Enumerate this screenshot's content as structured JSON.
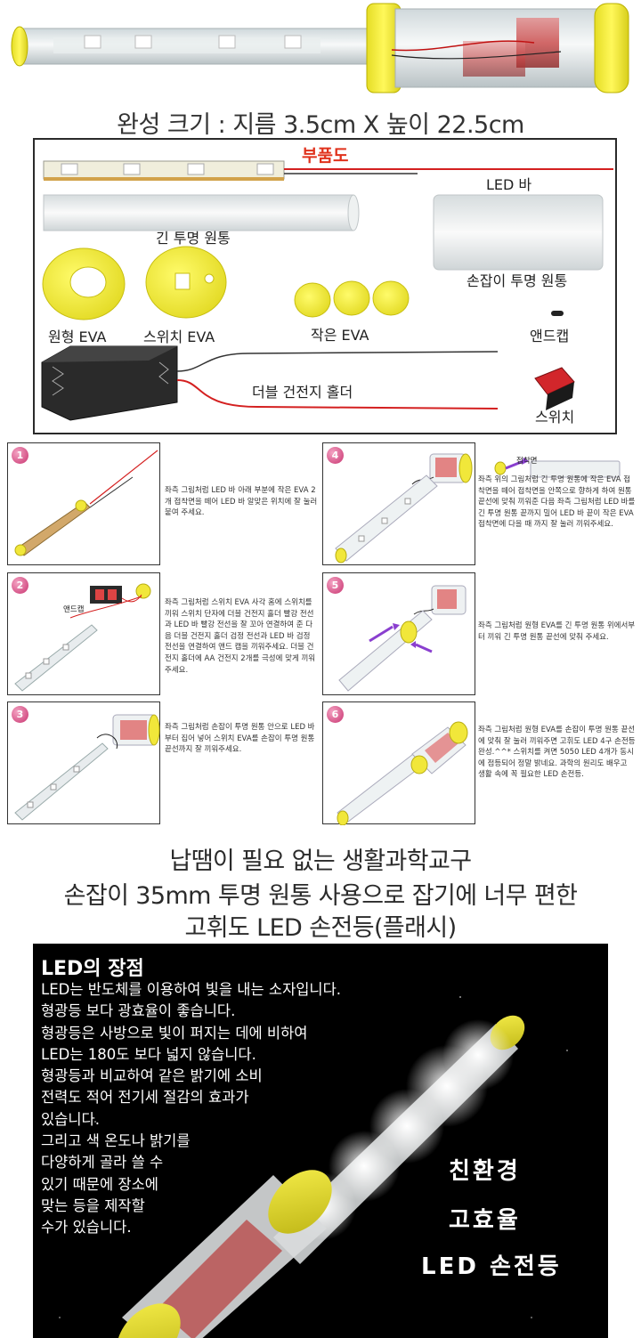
{
  "size_title": "완성 크기 : 지름 3.5cm X 높이 22.5cm",
  "exploded": {
    "title": "부품도",
    "labels": {
      "led_bar": "LED 바",
      "long_tube": "긴 투명 원통",
      "handle_tube": "손잡이 투명 원통",
      "ring_eva": "원형 EVA",
      "switch_eva": "스위치 EVA",
      "small_eva": "작은 EVA",
      "end_cap": "앤드캡",
      "battery_holder": "더블 건전지 홀더",
      "switch": "스위치"
    }
  },
  "steps": [
    {
      "num": "1",
      "text": "좌측 그림처럼 LED 바 아래 부분에 작은 EVA 2개 접착면을 떼어 LED 바 알맞은 위치에 잘 눌러 붙여 주세요."
    },
    {
      "num": "2",
      "text": "좌측 그림처럼 스위치 EVA 사각 홈에 스위치를 끼워 스위치 단자에 더블 건전지 홀더 빨강 전선과 LED 바 빨강 전선을 잘 꼬아 연결하여 준 다음 더블 건전지 홀더 검정 전선과 LED 바 검정 전선을 연결하여 앤드 캡을 끼워주세요. 더블 건전지 홀더에 AA 건전지 2개를 극성에 맞게 끼워주세요.",
      "label": "앤드캡"
    },
    {
      "num": "3",
      "text": "좌측 그림처럼 손잡이 투명 원통 안으로 LED 바부터 집어 넣어 스위치 EVA를 손잡이 투명 원통 끝선까지 잘 끼워주세요."
    },
    {
      "num": "4",
      "text": "좌측 위의 그림처럼 긴 투명 원통에 작은 EVA 접착면을 떼어 접착면을 안쪽으로 향하게 하여 원통 끝선에 맞춰 끼워준 다음 좌측 그림처럼 LED 바를 긴 투명 원통 끝까지 밀어 LED 바 끝이 작은 EVA 접착면에 다을 때 까지 잘 눌러 끼워주세요.",
      "label": "접착면"
    },
    {
      "num": "5",
      "text": "좌측 그림처럼 원형 EVA를 긴 투명 원통 위에서부터 끼워 긴 투명 원통 끝선에 맞춰 주세요."
    },
    {
      "num": "6",
      "text": "좌측 그림처럼 원형 EVA를 손잡이 투명 원통 끝선에 맞춰 잘 눌러 끼워주면 고휘도 LED 4구 손전등 완성.^^* 스위치를 켜면 5050 LED 4개가 동시에 점등되어 정말 밝네요. 과학의 원리도 배우고 생활 속에 꼭 필요한 LED 손전등."
    }
  ],
  "headline": {
    "line1": "납땜이 필요 없는 생활과학교구",
    "line2": "손잡이 35mm 투명 원통 사용으로 잡기에 너무 편한",
    "line3": "고휘도 LED 손전등(플래시)"
  },
  "advantages": {
    "title": "LED의 장점",
    "lines": [
      "LED는 반도체를 이용하여 빛을 내는 소자입니다.",
      "형광등 보다 광효율이 좋습니다.",
      "형광등은 사방으로 빛이 퍼지는 데에 비하여",
      "LED는 180도 보다 넓지 않습니다.",
      "형광등과 비교하여 같은 밝기에 소비",
      "전력도 적어 전기세 절감의 효과가",
      "있습니다.",
      "그리고 색 온도나 밝기를",
      "다양하게 골라 쓸 수",
      "있기 때문에 장소에",
      "맞는 등을 제작할",
      "수가 있습니다."
    ],
    "badge": [
      "친환경",
      "고효율",
      "LED 손전등"
    ]
  },
  "colors": {
    "eva_yellow": "#f2ea3c",
    "accent_red": "#e0321c",
    "step_pink": "#c8336f"
  }
}
